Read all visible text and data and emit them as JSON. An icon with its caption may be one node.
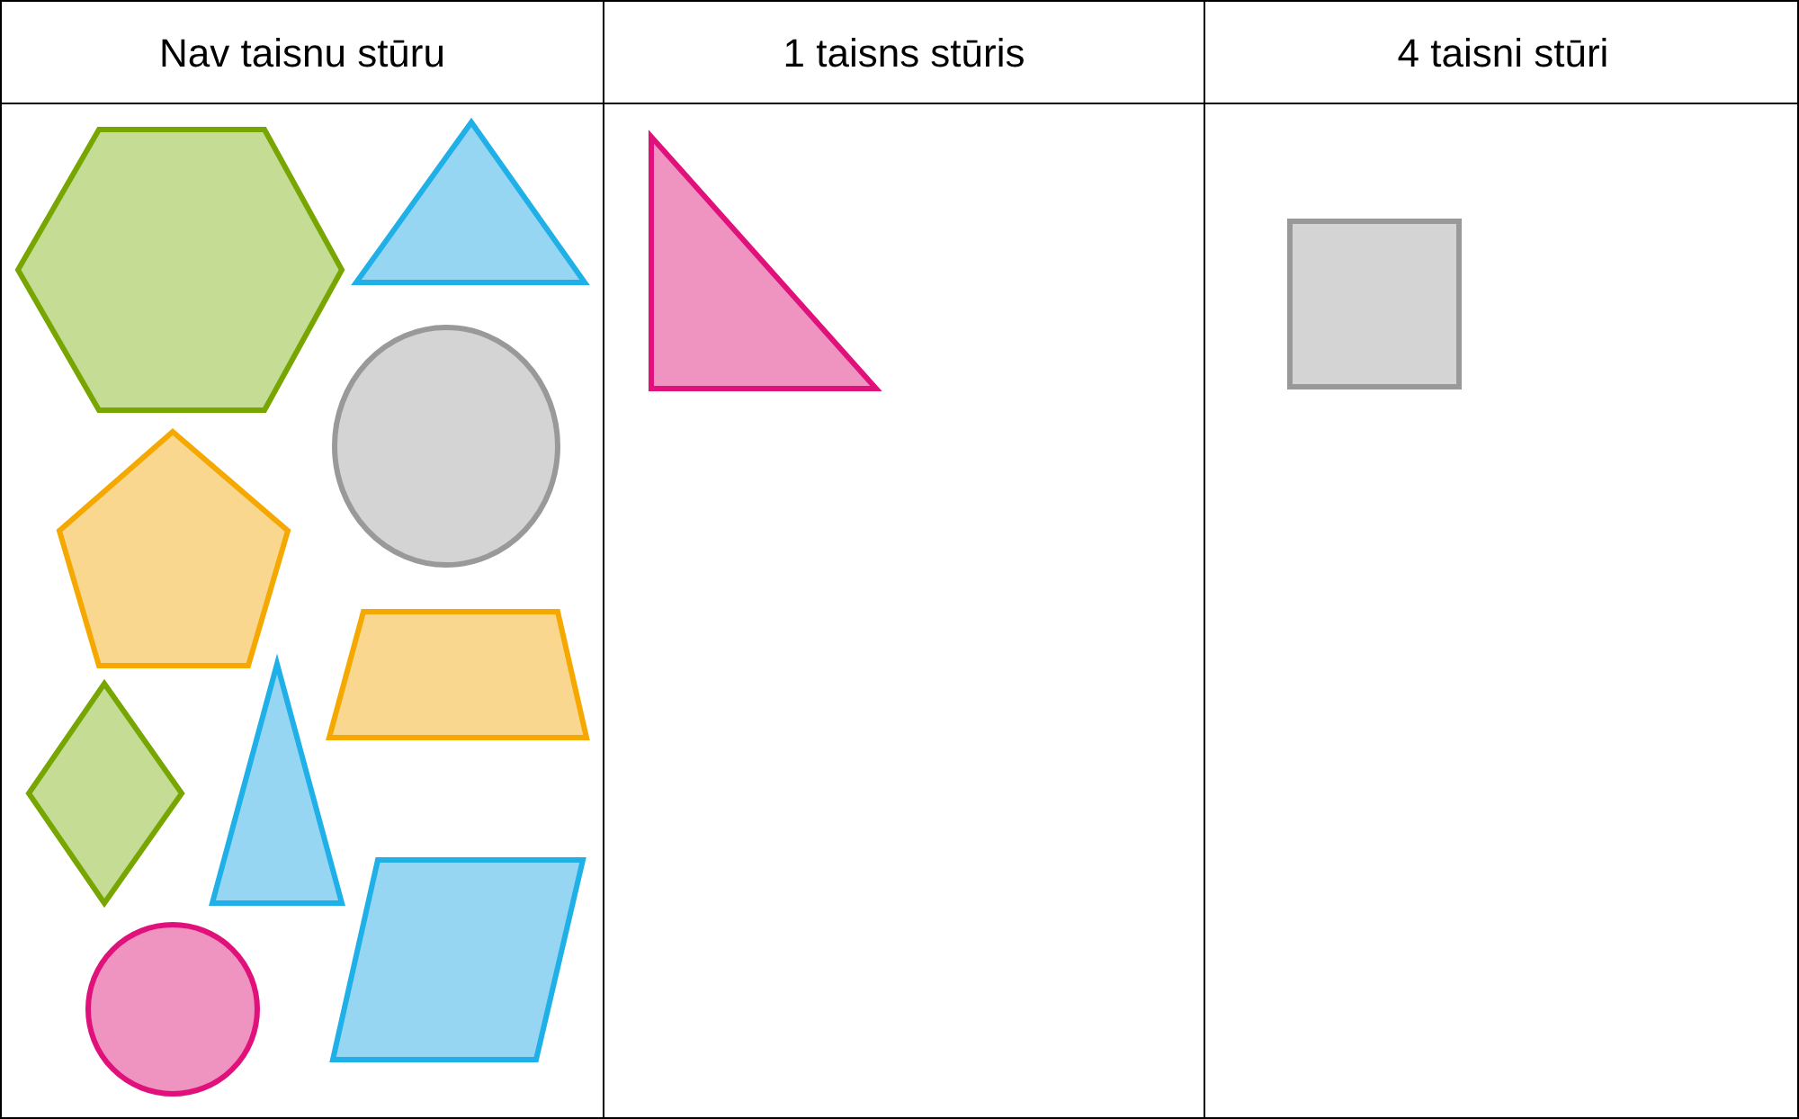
{
  "diagram": {
    "nodes": [
      {
        "text": [],
        "shape": "hexagon"
      },
      {
        "text": [],
        "shape": "triangle"
      },
      {
        "text": [],
        "shape": "ellipse"
      },
      {
        "text": [],
        "shape": "pentagon"
      },
      {
        "text": [],
        "shape": "trapezoid"
      },
      {
        "text": [],
        "shape": "diamond"
      },
      {
        "text": [],
        "shape": "triangle"
      },
      {
        "text": [],
        "shape": "parallelogram"
      },
      {
        "text": [],
        "shape": "circle"
      },
      {
        "text": [],
        "shape": "triangle"
      },
      {
        "text": [],
        "shape": "box"
      }
    ],
    "labels": [
      "Nav taisnu stūru",
      "1 taisns stūris",
      "4 taisni stūri"
    ]
  }
}
